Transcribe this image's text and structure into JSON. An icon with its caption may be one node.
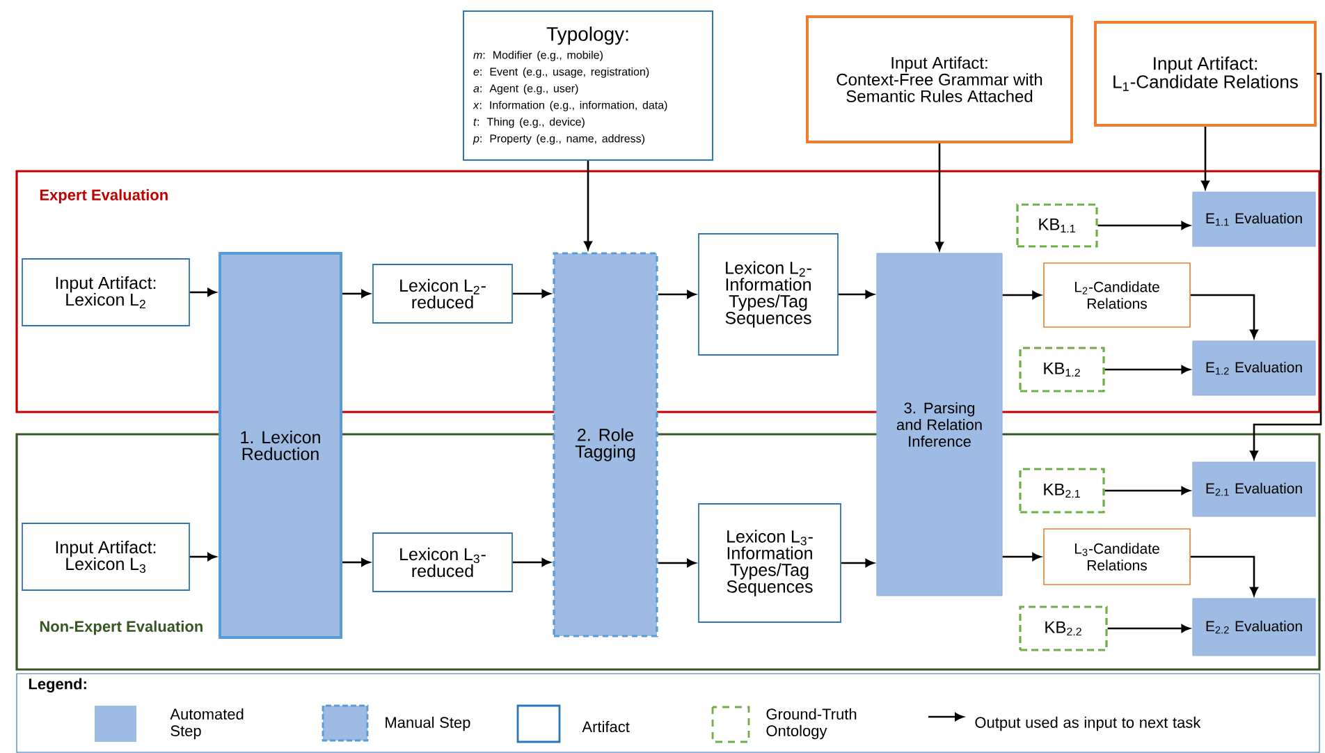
{
  "diagram": {
    "nodes": [
      {
        "text": [
          "Typology:",
          "*m*: Modifier (e.g., mobile)",
          "*e*: Event (e.g., usage, registration)",
          "*a*: Agent (e.g., user)",
          "*x*: Information (e.g., information, data)",
          "*t*: Thing (e.g., device)",
          "*p*: Property (e.g., name, address)"
        ]
      },
      {
        "text": [
          "Input Artifact:",
          "Context-Free Grammar with Semantic Rules Attached"
        ]
      },
      {
        "text": [
          "Input Artifact:",
          "L$_{1}$-Candidate Relations"
        ]
      },
      {
        "text": [
          "Expert Evaluation"
        ]
      },
      {
        "text": [
          "Non-Expert Evaluation"
        ]
      },
      {
        "text": [
          "Input Artifact: Lexicon L$_{2}$"
        ],
        "in": 3
      },
      {
        "text": [
          "1. Lexicon Reduction"
        ]
      },
      {
        "text": [
          "Lexicon L$_{2}$-reduced"
        ],
        "in": 3
      },
      {
        "text": [
          "2. Role Tagging"
        ]
      },
      {
        "text": [
          "Lexicon L$_{2}$-Information Types/Tag Sequences"
        ],
        "in": 3
      },
      {
        "text": [
          "3. Parsing and Relation Inference"
        ]
      },
      {
        "text": [
          "KB$_{1.1}$"
        ],
        "in": 3
      },
      {
        "text": [
          "E$_{1.1}$ Evaluation"
        ],
        "in": 3
      },
      {
        "text": [
          "L$_{2}$-Candidate Relations"
        ],
        "in": 3
      },
      {
        "text": [
          "KB$_{1.2}$"
        ],
        "in": 3
      },
      {
        "text": [
          "E$_{1.2}$ Evaluation"
        ],
        "in": 3
      },
      {
        "text": [
          "Input Artifact: Lexicon L$_{3}$"
        ],
        "in": 4
      },
      {
        "text": [
          "Lexicon L$_{3}$-reduced"
        ],
        "in": 4
      },
      {
        "text": [
          "Lexicon L$_{3}$-Information Types/Tag Sequences"
        ],
        "in": 4
      },
      {
        "text": [
          "KB$_{2.1}$"
        ],
        "in": 4
      },
      {
        "text": [
          "E$_{2.1}$ Evaluation"
        ],
        "in": 4
      },
      {
        "text": [
          "L$_{3}$-Candidate Relations"
        ],
        "in": 4
      },
      {
        "text": [
          "KB$_{2.2}$"
        ],
        "in": 4
      },
      {
        "text": [
          "E$_{2.2}$ Evaluation"
        ],
        "in": 4
      }
    ],
    "edges": [
      {
        "from": 0,
        "to": 8,
        "arrow": "to"
      },
      {
        "from": 1,
        "to": 10,
        "arrow": "to"
      },
      {
        "from": 2,
        "to": 12,
        "arrow": "to"
      },
      {
        "from": 2,
        "to": 20,
        "arrow": "to"
      },
      {
        "from": 5,
        "to": 6,
        "arrow": "to"
      },
      {
        "from": 6,
        "to": 7,
        "arrow": "to"
      },
      {
        "from": 7,
        "to": 8,
        "arrow": "to"
      },
      {
        "from": 8,
        "to": 9,
        "arrow": "to"
      },
      {
        "from": 9,
        "to": 10,
        "arrow": "to"
      },
      {
        "from": 10,
        "to": 13,
        "arrow": "to"
      },
      {
        "from": 11,
        "to": 12,
        "arrow": "to"
      },
      {
        "from": 13,
        "to": 15,
        "arrow": "to"
      },
      {
        "from": 14,
        "to": 15,
        "arrow": "to"
      },
      {
        "from": 16,
        "to": 6,
        "arrow": "to"
      },
      {
        "from": 6,
        "to": 17,
        "arrow": "to"
      },
      {
        "from": 17,
        "to": 8,
        "arrow": "to"
      },
      {
        "from": 8,
        "to": 18,
        "arrow": "to"
      },
      {
        "from": 18,
        "to": 10,
        "arrow": "to"
      },
      {
        "from": 10,
        "to": 21,
        "arrow": "to"
      },
      {
        "from": 19,
        "to": 20,
        "arrow": "to"
      },
      {
        "from": 21,
        "to": 23,
        "arrow": "to"
      },
      {
        "from": 22,
        "to": 23,
        "arrow": "to"
      }
    ],
    "labels": [
      "Legend:"
    ],
    "legend": [
      {
        "text": "Automated Step",
        "color": "#9dbbe3"
      },
      {
        "text": "Manual Step"
      },
      {
        "text": "Artifact"
      },
      {
        "text": "Ground-Truth Ontology"
      },
      {
        "text": "Output used as input to next task"
      }
    ]
  }
}
